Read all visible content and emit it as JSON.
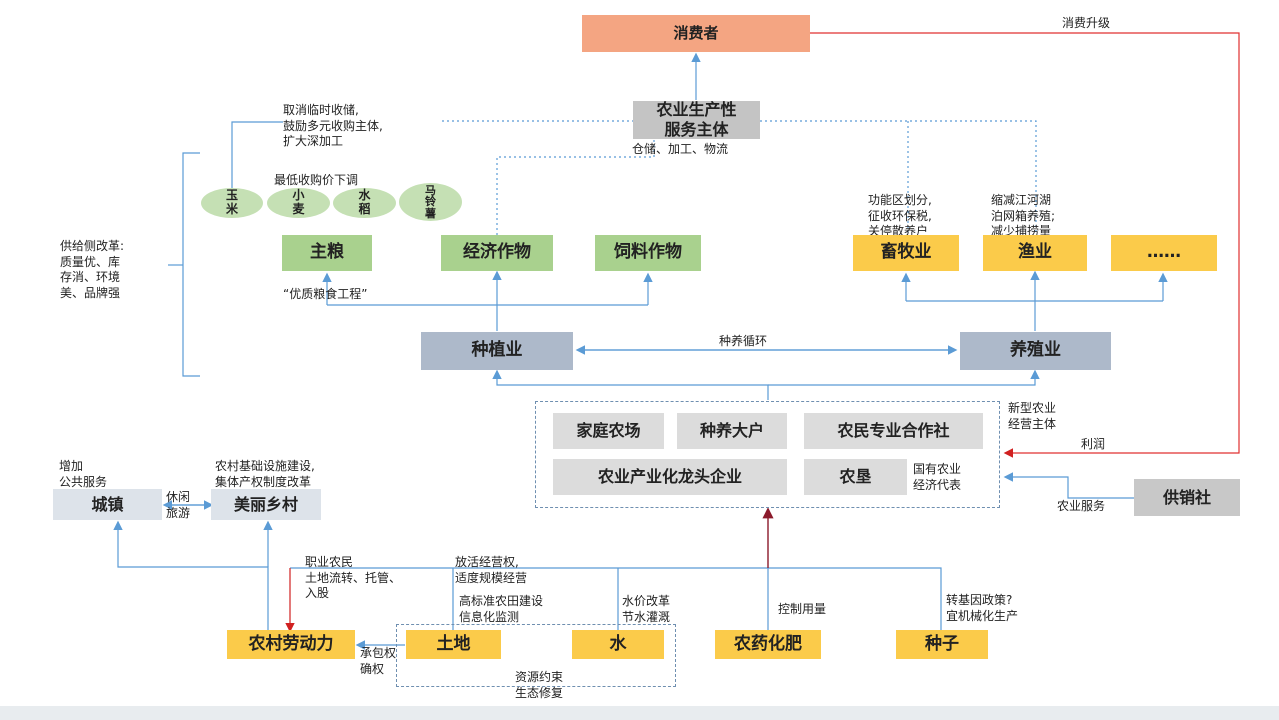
{
  "top": {
    "consumer": "消费者",
    "service_entity": "农业生产性\n服务主体",
    "service_detail": "仓储、加工、物流",
    "consumption_upgrade": "消费升级"
  },
  "policy_notes": {
    "grain_policy": "取消临时收储,\n鼓励多元收购主体,\n扩大深加工",
    "min_price": "最低收购价下调",
    "quality_project": "“优质粮食工程”",
    "supply_side": "供给侧改革:\n质量优、库\n存消、环境\n美、品牌强",
    "livestock_note": "功能区划分,\n征收环保税,\n关停散养户",
    "fishery_note": "缩减江河湖\n泊网箱养殖;\n减少捕捞量"
  },
  "grains": [
    "玉\n米",
    "小\n麦",
    "水\n稻",
    "马\n铃\n薯"
  ],
  "crops": {
    "staple": "主粮",
    "economic": "经济作物",
    "feed": "饲料作物"
  },
  "animal": {
    "livestock": "畜牧业",
    "fishery": "渔业",
    "more": "……"
  },
  "sectors": {
    "planting": "种植业",
    "breeding": "养殖业",
    "cycle": "种养循环"
  },
  "entities": {
    "family_farm": "家庭农场",
    "large_farmer": "种养大户",
    "coop": "农民专业合作社",
    "leading_enterprise": "农业产业化龙头企业",
    "state_farm": "农垦",
    "state_farm_note": "国有农业\n经济代表",
    "group_label": "新型农业\n经营主体",
    "profit": "利润"
  },
  "supply_coop": {
    "name": "供销社",
    "service": "农业服务"
  },
  "town": {
    "town": "城镇",
    "town_note": "增加\n公共服务",
    "village": "美丽乡村",
    "village_note": "农村基础设施建设,\n集体产权制度改革",
    "leisure": "休闲\n旅游"
  },
  "inputs": {
    "labor": "农村劳动力",
    "land": "土地",
    "water": "水",
    "pesticide": "农药化肥",
    "seed": "种子",
    "contract_right": "承包权\n确权",
    "labor_note": "职业农民\n土地流转、托管、\n入股",
    "land_note_top": "放活经营权,\n适度规模经营",
    "land_note": "高标准农田建设\n信息化监测",
    "water_note": "水价改革\n节水灌溉",
    "pesticide_note": "控制用量",
    "seed_note": "转基因政策?\n宜机械化生产",
    "resource": "资源约束\n生态修复"
  },
  "colors": {
    "consumer": "#f4a582",
    "crop": "#a9d18e",
    "animal": "#fbcb4a",
    "sector": "#adb9ca",
    "line": "#5b9bd5",
    "red_line": "#e03030"
  }
}
